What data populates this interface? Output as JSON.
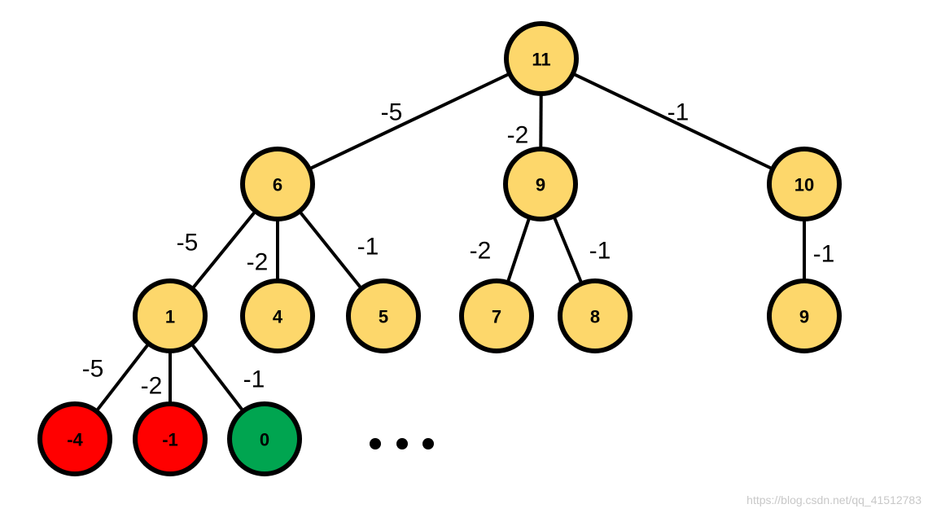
{
  "colors": {
    "default": "#fdd76b",
    "negative": "#ff0000",
    "target": "#00a550",
    "stroke": "#000000"
  },
  "nodes": [
    {
      "id": "root",
      "label": "11",
      "fill": "default"
    },
    {
      "id": "a",
      "label": "6",
      "fill": "default"
    },
    {
      "id": "b",
      "label": "9",
      "fill": "default"
    },
    {
      "id": "c",
      "label": "10",
      "fill": "default"
    },
    {
      "id": "a1",
      "label": "1",
      "fill": "default"
    },
    {
      "id": "a2",
      "label": "4",
      "fill": "default"
    },
    {
      "id": "a3",
      "label": "5",
      "fill": "default"
    },
    {
      "id": "b1",
      "label": "7",
      "fill": "default"
    },
    {
      "id": "b2",
      "label": "8",
      "fill": "default"
    },
    {
      "id": "c1",
      "label": "9",
      "fill": "default"
    },
    {
      "id": "d1",
      "label": "-4",
      "fill": "negative"
    },
    {
      "id": "d2",
      "label": "-1",
      "fill": "negative"
    },
    {
      "id": "d3",
      "label": "0",
      "fill": "target"
    }
  ],
  "edges": [
    {
      "from": "root",
      "to": "a",
      "label": "-5"
    },
    {
      "from": "root",
      "to": "b",
      "label": "-2"
    },
    {
      "from": "root",
      "to": "c",
      "label": "-1"
    },
    {
      "from": "a",
      "to": "a1",
      "label": "-5"
    },
    {
      "from": "a",
      "to": "a2",
      "label": "-2"
    },
    {
      "from": "a",
      "to": "a3",
      "label": "-1"
    },
    {
      "from": "b",
      "to": "b1",
      "label": "-2"
    },
    {
      "from": "b",
      "to": "b2",
      "label": "-1"
    },
    {
      "from": "c",
      "to": "c1",
      "label": "-1"
    },
    {
      "from": "a1",
      "to": "d1",
      "label": "-5"
    },
    {
      "from": "a1",
      "to": "d2",
      "label": "-2"
    },
    {
      "from": "a1",
      "to": "d3",
      "label": "-1"
    }
  ],
  "watermark": "https://blog.csdn.net/qq_41512783"
}
